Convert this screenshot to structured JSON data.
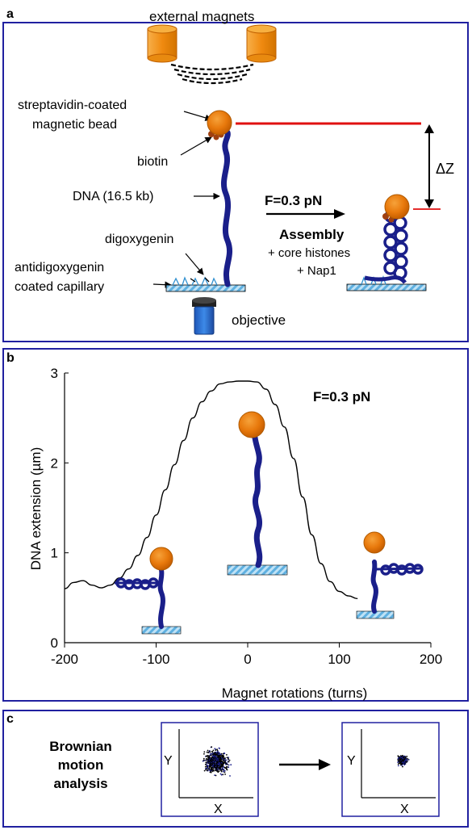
{
  "panel_a": {
    "letter": "a",
    "magnets_label": "external magnets",
    "bead_label_1": "streptavidin-coated",
    "bead_label_2": "magnetic bead",
    "biotin_label": "biotin",
    "dna_label": "DNA (16.5 kb)",
    "digoxygenin_label": "digoxygenin",
    "capillary_label_1": "antidigoxygenin",
    "capillary_label_2": "coated capillary",
    "objective_label": "objective",
    "force_label": "F=0.3 pN",
    "assembly_label": "Assembly",
    "histones_label": "+ core histones",
    "nap1_label": "+ Nap1",
    "delta_z_label": "ΔZ"
  },
  "panel_b": {
    "letter": "b",
    "force_label": "F=0.3 pN",
    "chart_data": {
      "type": "line",
      "xlabel": "Magnet  rotations (turns)",
      "ylabel": "DNA extension (µm)",
      "xlim": [
        -200,
        200
      ],
      "ylim": [
        0,
        3
      ],
      "x_ticks": [
        "-200",
        "-100",
        "0",
        "100",
        "200"
      ],
      "y_ticks": [
        "0",
        "1",
        "2",
        "3"
      ],
      "x": [
        -200,
        -190,
        -180,
        -170,
        -160,
        -150,
        -140,
        -130,
        -120,
        -110,
        -100,
        -90,
        -80,
        -70,
        -60,
        -50,
        -40,
        -30,
        -20,
        -10,
        0,
        10,
        20,
        30,
        40,
        50,
        60,
        70,
        80,
        90,
        100,
        110,
        120
      ],
      "y": [
        0.6,
        0.67,
        0.69,
        0.64,
        0.61,
        0.64,
        0.72,
        0.82,
        0.97,
        1.17,
        1.42,
        1.7,
        1.98,
        2.25,
        2.5,
        2.68,
        2.8,
        2.88,
        2.9,
        2.91,
        2.91,
        2.9,
        2.82,
        2.65,
        2.4,
        2.05,
        1.62,
        1.2,
        0.88,
        0.68,
        0.57,
        0.52,
        0.49
      ]
    }
  },
  "panel_c": {
    "letter": "c",
    "brownian_line1": "Brownian",
    "brownian_line2": "motion",
    "brownian_line3": "analysis",
    "plot1_ylabel": "Y",
    "plot1_xlabel": "X",
    "plot2_ylabel": "Y",
    "plot2_xlabel": "X"
  },
  "colors": {
    "frame": "#2020a0",
    "dna": "#1a1f8a",
    "bead": "#f08a10",
    "magnet": "#f59a1a",
    "red_line": "#e01010",
    "surface": "#7fc4ea"
  }
}
